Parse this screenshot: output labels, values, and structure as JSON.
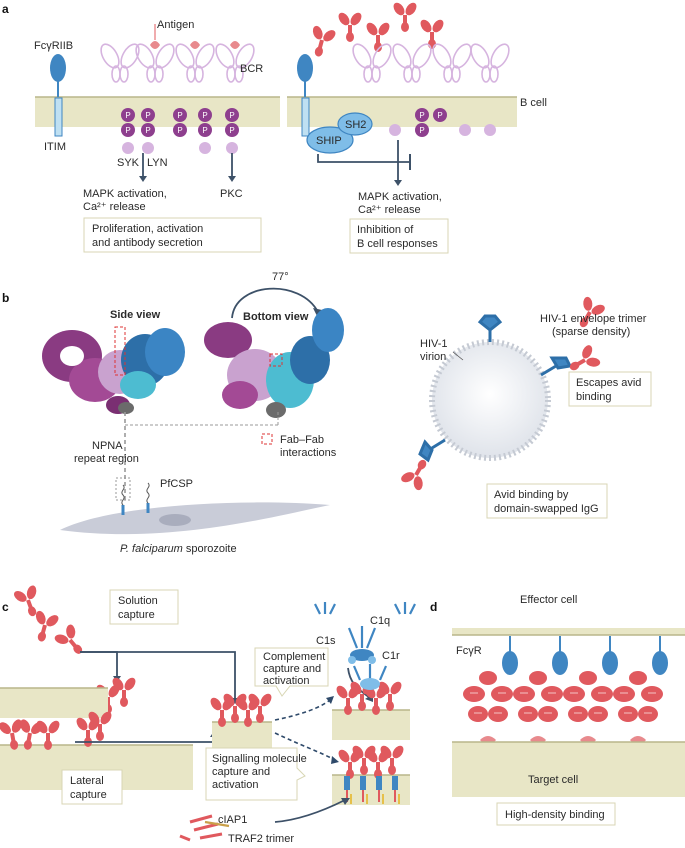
{
  "panels": {
    "a": "a",
    "b": "b",
    "c": "c",
    "d": "d"
  },
  "panel_a": {
    "fcgr_label": "FcγRIIB",
    "antigen_label": "Antigen",
    "bcr_label": "BCR",
    "bcell_label": "B cell",
    "itim_label": "ITIM",
    "syk_label": "SYK",
    "lyn_label": "LYN",
    "p_label": "P",
    "sh2_label": "SH2",
    "ship_label": "SHIP",
    "mapk_left_1": "MAPK activation,",
    "mapk_left_2": "Ca²⁺ release",
    "pkc_label": "PKC",
    "mapk_right_1": "MAPK activation,",
    "mapk_right_2": "Ca²⁺ release",
    "box_left_1": "Proliferation, activation",
    "box_left_2": "and antibody secretion",
    "box_right_1": "Inhibition of",
    "box_right_2": "B cell responses"
  },
  "panel_b": {
    "angle_label": "77°",
    "side_view": "Side view",
    "bottom_view": "Bottom view",
    "npna_1": "NPNA",
    "npna_2": "repeat region",
    "fabfab_1": "Fab–Fab",
    "fabfab_2": "interactions",
    "pfcsp_label": "PfCSP",
    "sporozoite_italic": "P. falciparum",
    "sporozoite_rest": " sporozoite",
    "trimer_1": "HIV-1 envelope trimer",
    "trimer_2": "(sparse density)",
    "virion_1": "HIV-1",
    "virion_2": "virion",
    "escapes_1": "Escapes avid",
    "escapes_2": "binding",
    "avid_1": "Avid binding by",
    "avid_2": "domain-swapped IgG"
  },
  "panel_c": {
    "solution_1": "Solution",
    "solution_2": "capture",
    "lateral_1": "Lateral",
    "lateral_2": "capture",
    "complement_1": "Complement",
    "complement_2": "capture and",
    "complement_3": "activation",
    "signalling_1": "Signalling molecule",
    "signalling_2": "capture and",
    "signalling_3": "activation",
    "c1q_label": "C1q",
    "c1s_label": "C1s",
    "c1r_label": "C1r",
    "ciap1_label": "cIAP1",
    "traf2_label": "TRAF2 trimer"
  },
  "panel_d": {
    "effector_label": "Effector cell",
    "fcgr_label": "FcγR",
    "target_label": "Target cell",
    "box_label": "High-density binding"
  },
  "colors": {
    "igg_red": "#e0595e",
    "bcr_lilac": "#d6b4df",
    "phospho_purple": "#8e3f8e",
    "receptor_blue": "#3f86c2",
    "membrane": "#e8e6c6"
  }
}
